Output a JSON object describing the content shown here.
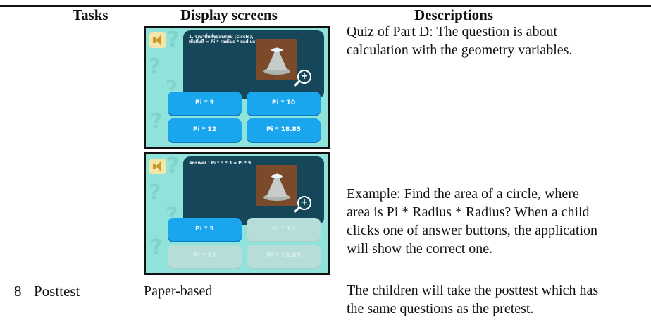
{
  "table": {
    "headers": {
      "tasks": "Tasks",
      "display": "Display screens",
      "descriptions": "Descriptions"
    },
    "rows": [
      {
        "description_lines": [
          "Quiz of Part D: The question is about",
          "calculation with the geometry variables."
        ],
        "screen": {
          "question_lines": [
            "1. จงหาพื้นที่ของวงกลม (Circle),",
            "เมื่อพื้นที่ = Pi * radius * radius?"
          ],
          "answers": [
            "Pi * 9",
            "Pi * 10",
            "Pi * 12",
            "Pi * 18.85"
          ]
        }
      },
      {
        "description_lines": [
          "Example: Find the area of a circle, where",
          "area is Pi * Radius * Radius? When a child",
          "clicks one of answer buttons, the application",
          "will show the correct one."
        ],
        "screen": {
          "question_lines": [
            "Answer : Pi * 3 * 3 = Pi * 9"
          ],
          "answers": [
            "Pi * 9",
            "Pi * 10",
            "Pi * 12",
            "Pi * 18.85"
          ],
          "correct_answer": "Pi * 9"
        }
      },
      {
        "number": "8",
        "task": "Posttest",
        "display": "Paper-based",
        "description_lines": [
          "The children will take the posttest which has",
          "the same questions as the pretest."
        ]
      }
    ]
  },
  "icons": [
    "speaker-icon",
    "magnifier-plus-icon",
    "cone-image"
  ],
  "colors": {
    "game_bg": "#8fe3da",
    "panel": "#16465a",
    "answer": "#1aa6ee",
    "answer_dim": "#b6ddd8"
  }
}
